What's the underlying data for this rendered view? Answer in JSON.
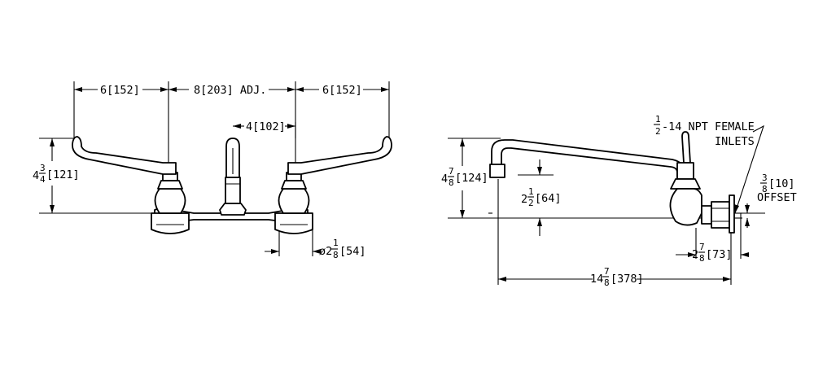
{
  "front_view": {
    "dim_left_handle": "6[152]",
    "dim_center": "8[203] ADJ.",
    "dim_right_handle": "6[152]",
    "dim_spout_offset": "4[102]",
    "dim_height_whole": "4",
    "dim_height_num": "3",
    "dim_height_den": "4",
    "dim_height_mm": "[121]",
    "dim_flange_prefix": "ø2",
    "dim_flange_num": "1",
    "dim_flange_den": "8",
    "dim_flange_mm": "[54]"
  },
  "side_view": {
    "note_num": "1",
    "note_den": "2",
    "note_line1": "-14 NPT FEMALE",
    "note_line2": "INLETS",
    "dim_height_whole": "4",
    "dim_height_num": "7",
    "dim_height_den": "8",
    "dim_height_mm": "[124]",
    "dim_spout_whole": "2",
    "dim_spout_num": "1",
    "dim_spout_den": "2",
    "dim_spout_mm": "[64]",
    "dim_offset_num": "3",
    "dim_offset_den": "8",
    "dim_offset_mm": "[10]",
    "dim_offset_label": "OFFSET",
    "dim_depth_whole": "2",
    "dim_depth_num": "7",
    "dim_depth_den": "8",
    "dim_depth_mm": "[73]",
    "dim_reach_whole": "14",
    "dim_reach_num": "7",
    "dim_reach_den": "8",
    "dim_reach_mm": "[378]"
  }
}
